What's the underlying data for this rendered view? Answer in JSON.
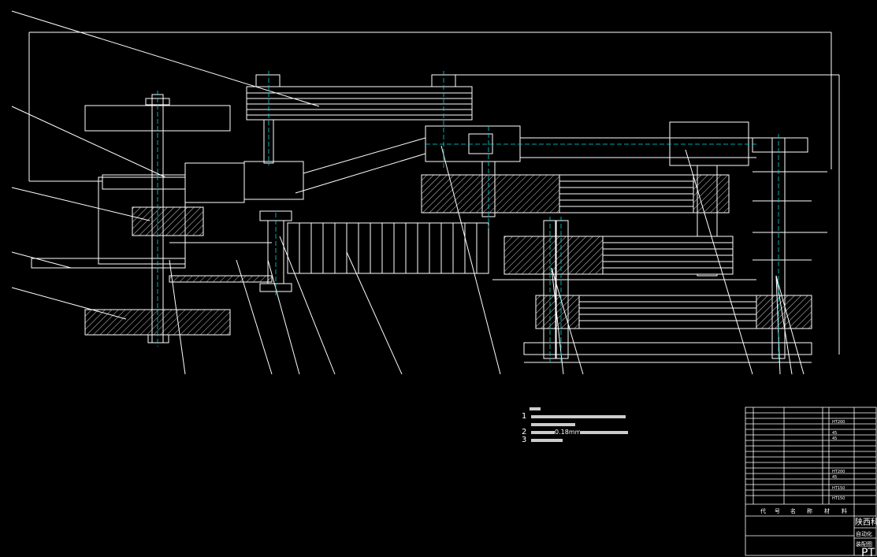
{
  "notes": {
    "lines": [
      {
        "num": "1"
      },
      {
        "num": "2",
        "text": "0.18mm"
      },
      {
        "num": "3"
      }
    ]
  },
  "title_block": {
    "header_cols": [
      "代",
      "号",
      "名",
      "称",
      "材",
      "料"
    ],
    "company": "陕西科",
    "drawing_name_1": "自动化",
    "drawing_name_2": "装配图",
    "sheet_mark": "PT",
    "materials": [
      "HT200",
      "45",
      "45",
      "HT200",
      "45",
      "HT150",
      "HT150"
    ]
  },
  "colors": {
    "line": "#ffffff",
    "center": "#00d8d8",
    "background": "#000000"
  }
}
